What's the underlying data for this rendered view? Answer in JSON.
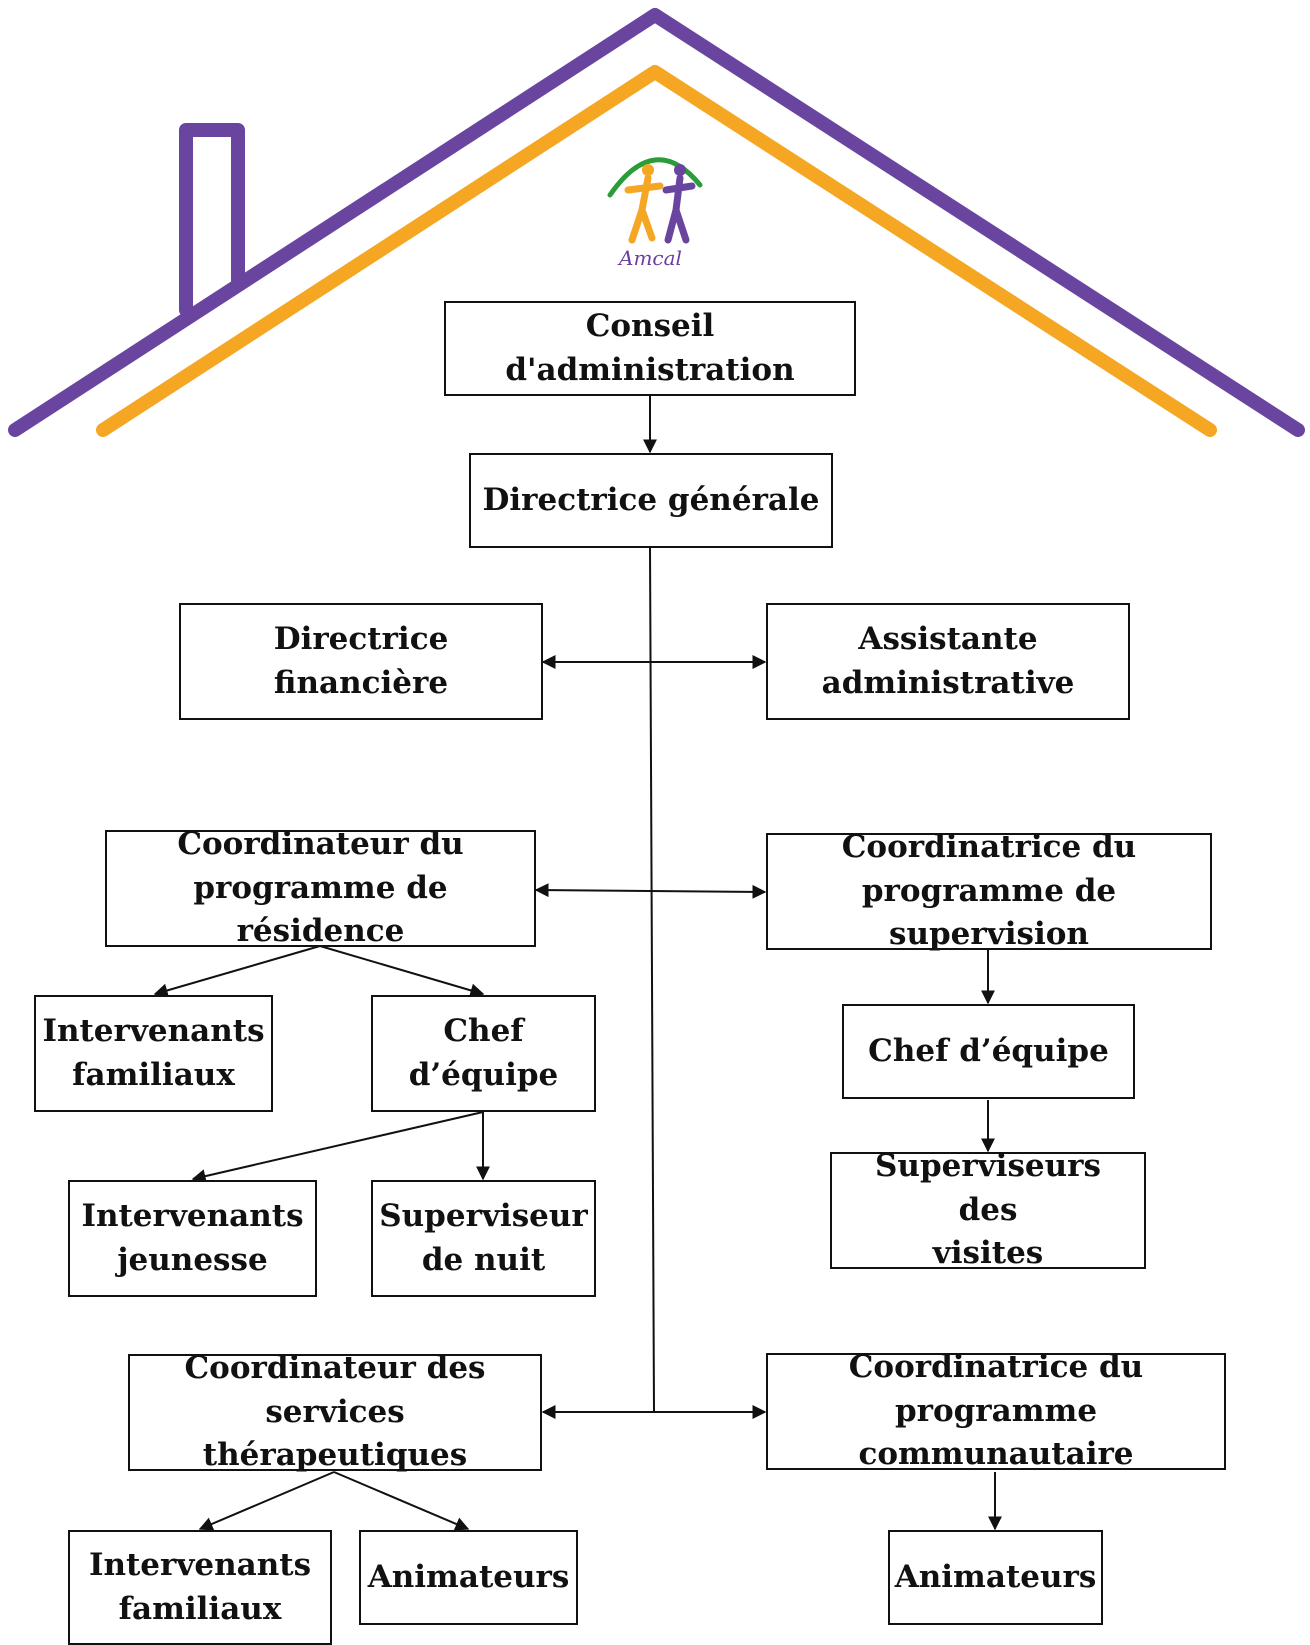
{
  "colors": {
    "roof_outer": "#6a459f",
    "roof_inner": "#f5a623",
    "logo_green": "#2a9d3a",
    "line": "#111111"
  },
  "logo": {
    "text": "Amcal"
  },
  "nodes": {
    "conseil": "Conseil d'administration",
    "directrice_generale": "Directrice générale",
    "directrice_financiere": "Directrice\nfinancière",
    "assistante_administrative": "Assistante\nadministrative",
    "coord_residence": "Coordinateur du\nprogramme de résidence",
    "coord_supervision": "Coordinatrice du\nprogramme de supervision",
    "intervenants_familiaux_1": "Intervenants\nfamiliaux",
    "chef_equipe_1": "Chef\nd’équipe",
    "chef_equipe_2": "Chef d’équipe",
    "intervenants_jeunesse": "Intervenants\njeunesse",
    "superviseur_nuit": "Superviseur\nde nuit",
    "superviseurs_visites": "Superviseurs des\nvisites",
    "coord_therapeutiques": "Coordinateur des\nservices thérapeutiques",
    "coord_communautaire": "Coordinatrice du\nprogramme communautaire",
    "intervenants_familiaux_2": "Intervenants\nfamiliaux",
    "animateurs_1": "Animateurs",
    "animateurs_2": "Animateurs"
  }
}
